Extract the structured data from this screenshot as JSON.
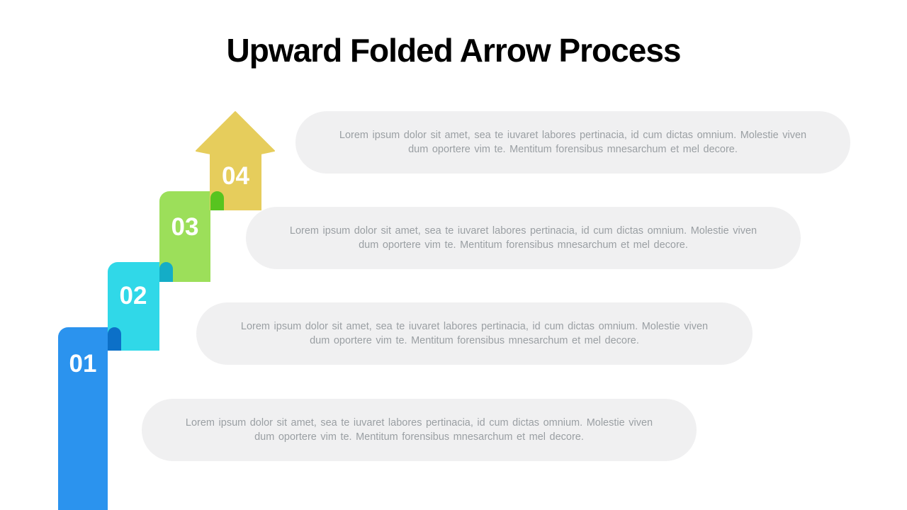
{
  "title": "Upward Folded Arrow Process",
  "steps": [
    {
      "number": "01",
      "panel_color": "#2B93EE",
      "fold_color": "#0C70C8",
      "description": "Lorem ipsum dolor sit amet, sea te iuvaret labores pertinacia, id cum dictas omnium. Molestie viven dum oportere vim te. Mentitum forensibus mnesarchum et mel decore."
    },
    {
      "number": "02",
      "panel_color": "#30D8E8",
      "fold_color": "#14ADC7",
      "description": "Lorem ipsum dolor sit amet, sea te iuvaret labores pertinacia, id cum dictas omnium. Molestie viven dum oportere vim te. Mentitum forensibus mnesarchum et mel decore."
    },
    {
      "number": "03",
      "panel_color": "#9CDF5A",
      "fold_color": "#57C41F",
      "description": "Lorem ipsum dolor sit amet, sea te iuvaret labores pertinacia, id cum dictas omnium. Molestie viven dum oportere vim te. Mentitum forensibus mnesarchum et mel decore."
    },
    {
      "number": "04",
      "panel_color": "#E6CD5C",
      "description": "Lorem ipsum dolor sit amet, sea te iuvaret labores pertinacia, id cum dictas omnium. Molestie viven dum oportere vim te. Mentitum forensibus mnesarchum et mel decore."
    }
  ],
  "colors": {
    "background": "#FFFFFF",
    "title_text": "#000000",
    "bubble_background": "#F0F0F1",
    "bubble_text": "#9A9FA3",
    "number_text": "#FFFFFF"
  }
}
